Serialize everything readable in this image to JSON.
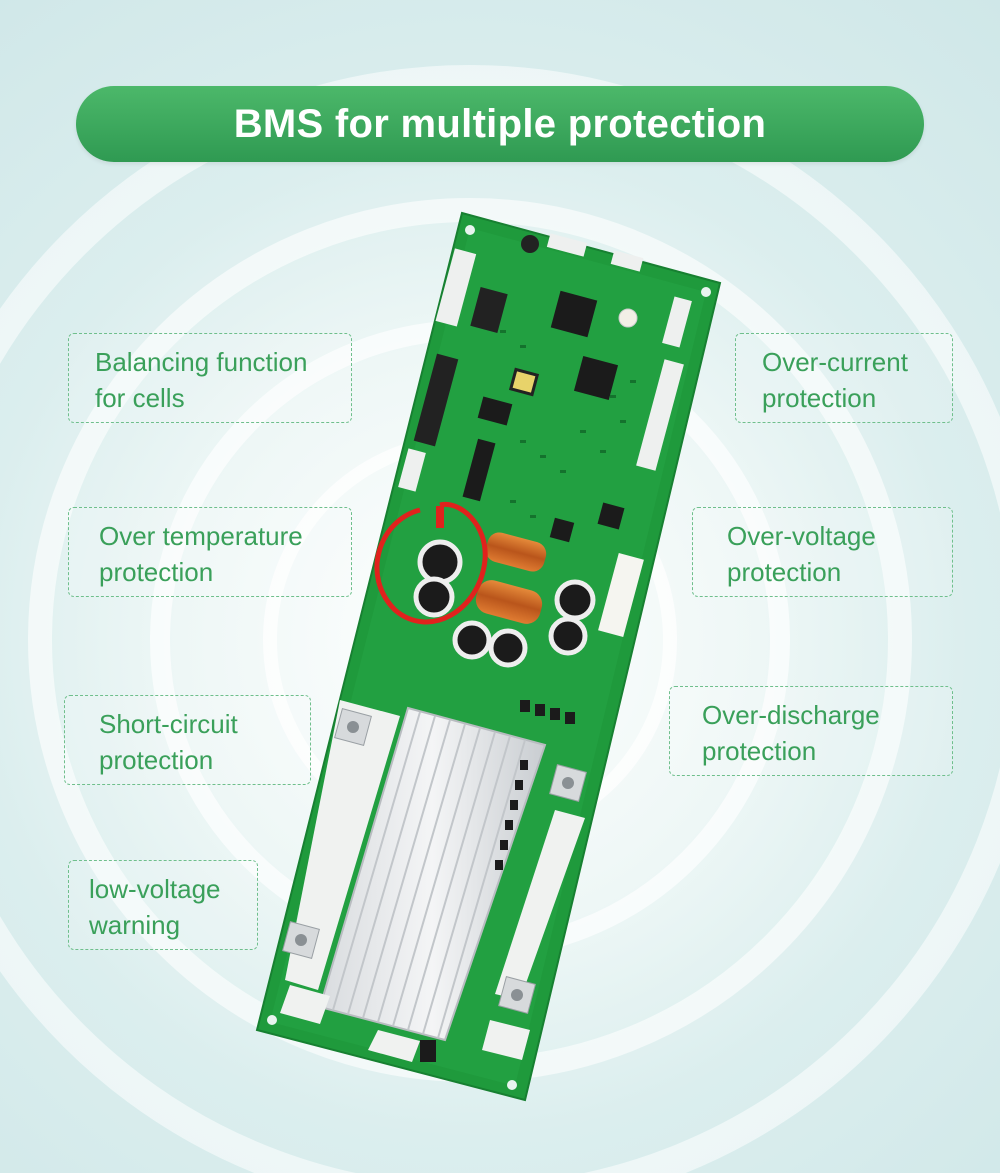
{
  "banner": {
    "title": "BMS for multiple protection"
  },
  "features": {
    "balancing": {
      "line1": "Balancing function",
      "line2": "for cells"
    },
    "over_current": {
      "line1": "Over-current",
      "line2": "protection"
    },
    "over_temperature": {
      "line1": "Over temperature",
      "line2": "protection"
    },
    "over_voltage": {
      "line1": "Over-voltage",
      "line2": "protection"
    },
    "short_circuit": {
      "line1": "Short-circuit",
      "line2": "protection"
    },
    "over_discharge": {
      "line1": "Over-discharge",
      "line2": "protection"
    },
    "low_voltage": {
      "line1": "low-voltage",
      "line2": "warning"
    }
  },
  "colors": {
    "accent_green": "#3aa05a",
    "banner_green": "#2f9a52",
    "pcb_green": "#1f9a3c",
    "background": "#dbeeee"
  }
}
